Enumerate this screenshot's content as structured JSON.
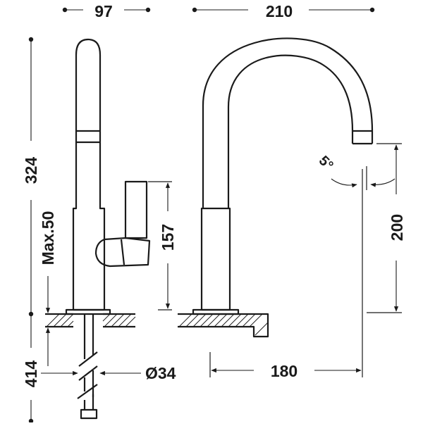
{
  "dimensions": {
    "top_left_width": "97",
    "top_right_width": "210",
    "total_height": "324",
    "max_thickness": "Max.50",
    "lever_height": "157",
    "angle": "5°",
    "spout_height": "200",
    "below_length": "414",
    "hole_diameter": "Ø34",
    "reach": "180"
  },
  "colors": {
    "line": "#1a1a1a",
    "background": "#ffffff"
  }
}
